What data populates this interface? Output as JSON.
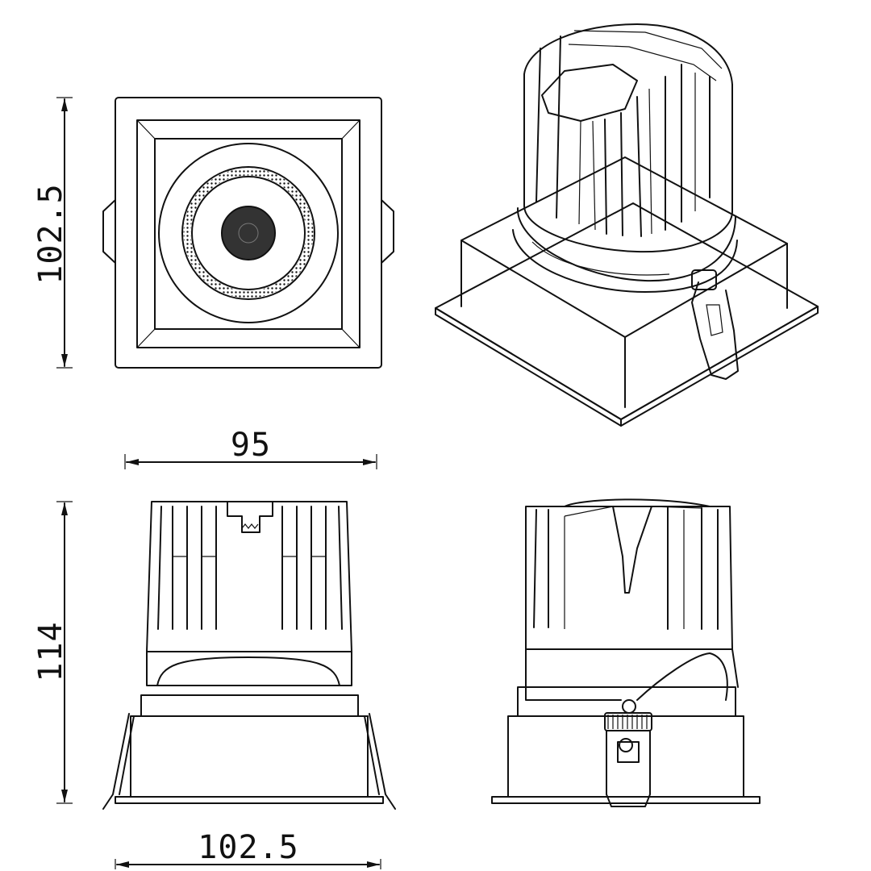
{
  "dimensions": {
    "top_view_height": "102.5",
    "top_view_width": "95",
    "front_view_height": "114",
    "front_view_width": "102.5"
  },
  "colors": {
    "line": "#111111",
    "background": "#ffffff"
  }
}
